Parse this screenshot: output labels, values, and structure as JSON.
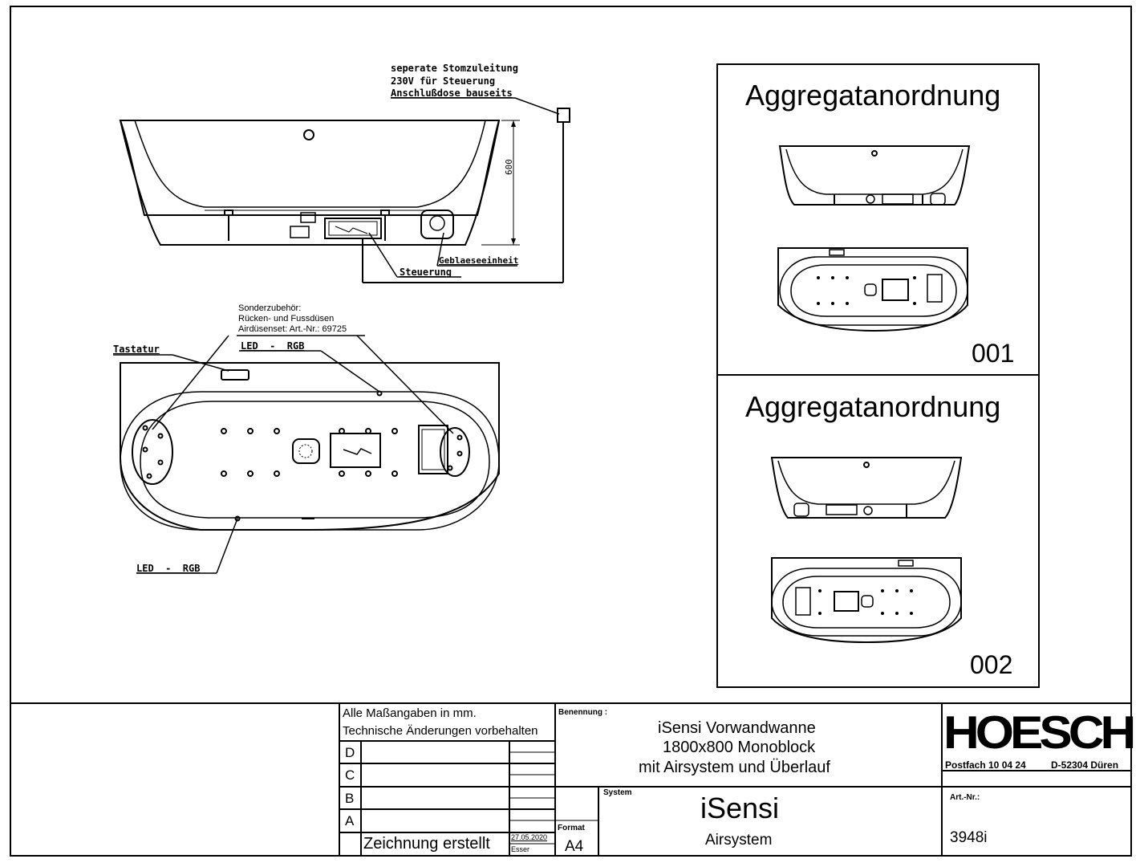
{
  "notes": {
    "power_supply": [
      "seperate Stomzuleitung",
      "230V für Steuerung",
      "Anschlußdose bauseits"
    ],
    "dim_height": "600",
    "blower": "Geblaeseeinheit",
    "control": "Steuerung",
    "accessory": [
      "Sonderzubehör:",
      "Rücken- und Fussdüsen",
      "Airdüsenset: Art.-Nr.: 69725"
    ],
    "keypad": "Tastatur",
    "led_top": "LED  -  RGB",
    "led_bottom": "LED  -  RGB"
  },
  "panels": [
    {
      "title": "Aggregatanordnung",
      "code": "001"
    },
    {
      "title": "Aggregatanordnung",
      "code": "002"
    }
  ],
  "title_block": {
    "units_note": "Alle Maßangaben in mm.",
    "changes_note": "Technische Änderungen vorbehalten",
    "revisions": [
      "D",
      "C",
      "B",
      "A"
    ],
    "drawing_created": "Zeichnung erstellt",
    "date": "27.05.2020",
    "author": "Esser",
    "format_label": "Format",
    "format_value": "A4",
    "name_label": "Benennung :",
    "name_lines": [
      "iSensi Vorwandwanne",
      "1800x800 Monoblock",
      "mit Airsystem und Überlauf"
    ],
    "system_label": "System",
    "system_name": "iSensi",
    "system_sub": "Airsystem",
    "brand": "HOESCH",
    "address_po": "Postfach 10 04 24",
    "address_city": "D-52304 Düren",
    "art_label": "Art.-Nr.:",
    "art_number": "3948i"
  },
  "colors": {
    "line": "#000000",
    "paper": "#ffffff"
  }
}
